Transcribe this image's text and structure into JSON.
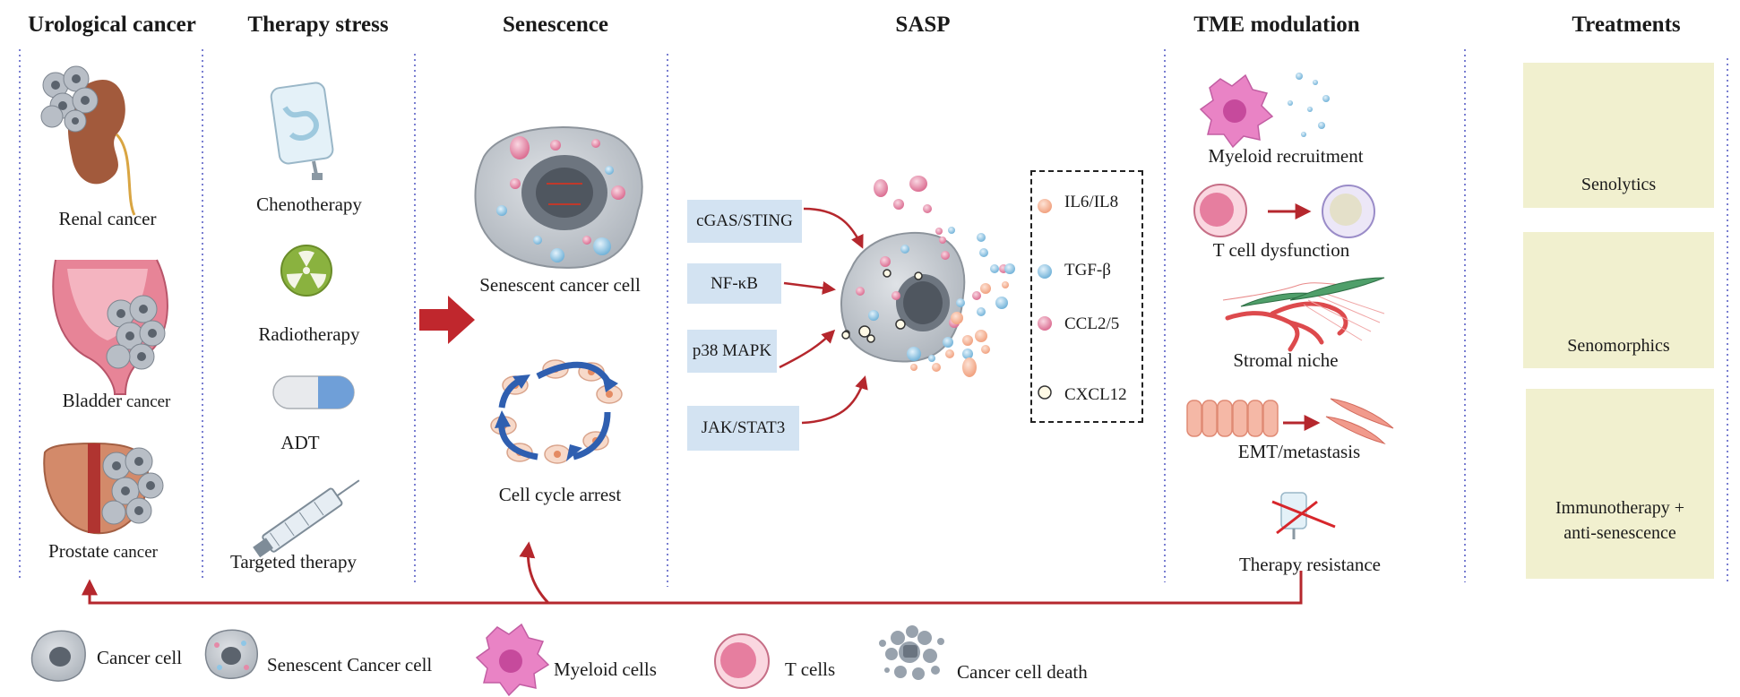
{
  "headers": {
    "urological": "Urological cancer",
    "therapy_stress": "Therapy stress",
    "senescence": "Senescence",
    "sasp": "SASP",
    "tme": "TME modulation",
    "treatments": "Treatments"
  },
  "urological": {
    "renal": "Renal cancer",
    "bladder_a": "Bladder",
    "bladder_b": " cancer",
    "prostate_a": "Prostate",
    "prostate_b": " cancer"
  },
  "therapy": {
    "chemo": "Chenotherapy",
    "radio": "Radiotherapy",
    "adt": "ADT",
    "targeted": "Targeted therapy"
  },
  "senescence": {
    "senescent_cell": "Senescent cancer cell",
    "cell_cycle": "Cell cycle arrest"
  },
  "pathways": [
    "cGAS/STING",
    "NF-κB",
    "p38 MAPK",
    "JAK/STAT3"
  ],
  "sasp_factors": [
    "IL6/IL8",
    "TGF-β",
    "CCL2/5",
    "CXCL12"
  ],
  "tme": {
    "myeloid": "Myeloid recruitment",
    "tcell": "T cell dysfunction",
    "stromal": "Stromal niche",
    "emt": "EMT/metastasis",
    "resistance": "Therapy resistance"
  },
  "treatments": {
    "senolytics": "Senolytics",
    "senomorphics": "Senomorphics",
    "immuno_line1": "Immunotherapy +",
    "immuno_line2": "anti-senescence"
  },
  "legend": {
    "cancer_cell": "Cancer cell",
    "senescent_cell": "Senescent Cancer cell",
    "myeloid": "Myeloid cells",
    "tcells": "T cells",
    "death": "Cancer cell death"
  },
  "colors": {
    "arrow_red": "#b5272d",
    "divider_blue": "#7a7fd1",
    "pathway_box": "#d3e3f2",
    "treatment_panel": "#f1f0cf",
    "cell_gray": "#b8bec6",
    "pink": "#e58aa8",
    "blue_dot": "#8ec6e6",
    "orange_dot": "#f5b89a"
  }
}
